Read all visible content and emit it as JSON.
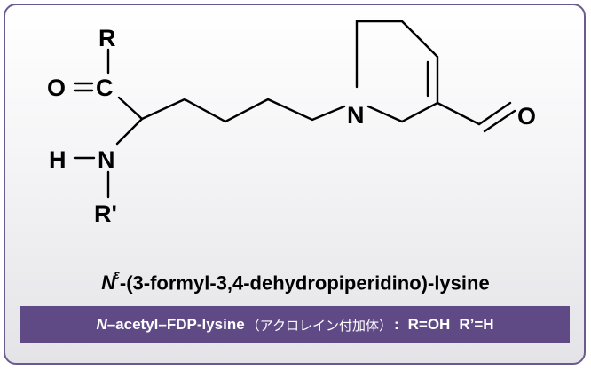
{
  "structure": {
    "atoms": {
      "r": "R",
      "o_carbonyl": "O",
      "c": "C",
      "h": "H",
      "n_amine": "N",
      "r_prime": "R'",
      "n_ring": "N",
      "o_aldehyde": "O"
    }
  },
  "compound": {
    "prefix": "N",
    "superscript": "ε",
    "name_rest": "-(3-formyl-3,4-dehydropiperidino)-lysine"
  },
  "banner": {
    "prefix": "N",
    "name": "–acetyl–FDP-lysine",
    "japanese": "（アクロレイン付加体）",
    "colon": ":",
    "r_value": "R=OH",
    "r_prime_value": "R’=H"
  },
  "colors": {
    "border": "#6b5a8e",
    "banner_bg": "#5f4a86",
    "banner_text": "#ffffff"
  }
}
